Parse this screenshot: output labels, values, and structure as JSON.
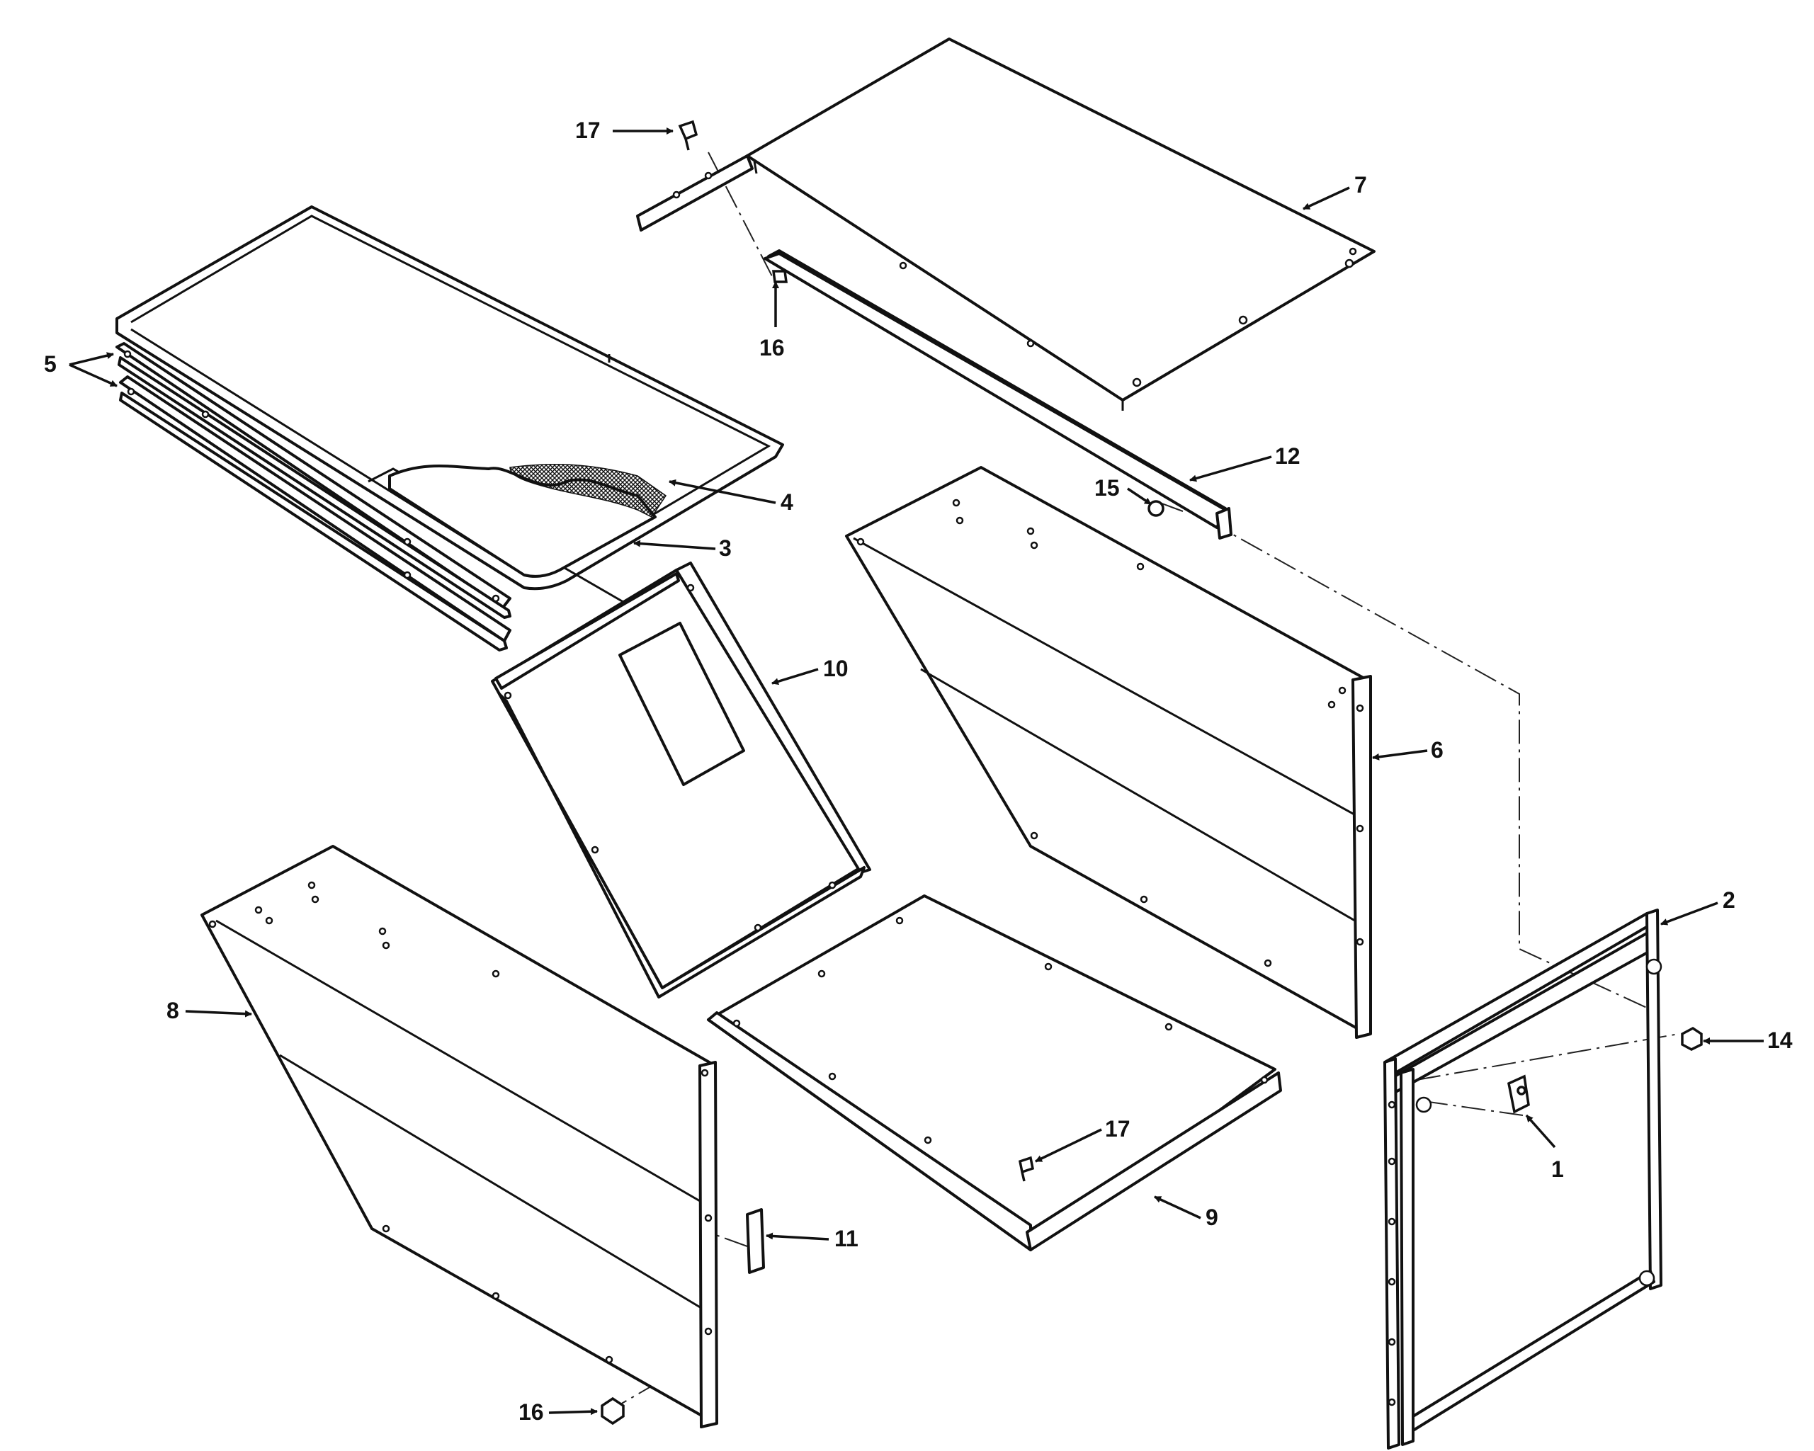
{
  "labels": {
    "l1": "1",
    "l2": "2",
    "l3": "3",
    "l4": "4",
    "l5": "5",
    "l6": "6",
    "l7": "7",
    "l8": "8",
    "l9": "9",
    "l10": "10",
    "l11": "11",
    "l12": "12",
    "l14": "14",
    "l15": "15",
    "l16a": "16",
    "l16b": "16",
    "l17a": "17",
    "l17b": "17"
  },
  "colors": {
    "line": "#111111",
    "background": "#ffffff"
  }
}
